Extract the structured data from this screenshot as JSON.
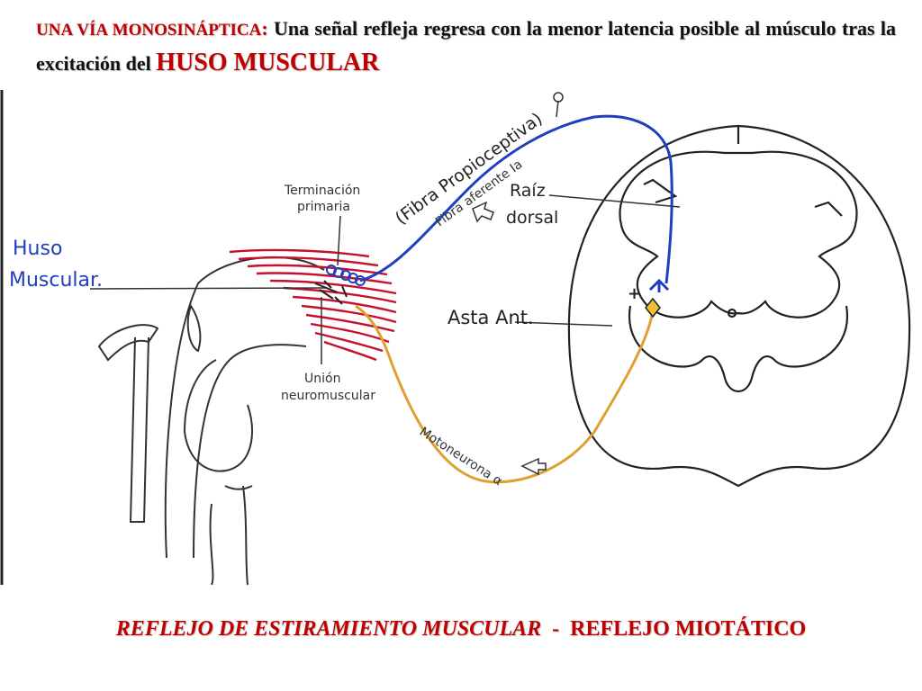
{
  "header": {
    "prefix": "UNA VÍA MONOSINÁPTICA",
    "colon": ":",
    "text": " Una señal refleja regresa con la menor latencia posible al músculo tras la excitación del ",
    "emphasis": "HUSO MUSCULAR"
  },
  "labels": {
    "huso_line1": "Huso",
    "huso_line2": "Muscular.",
    "terminacion_line1": "Terminación",
    "terminacion_line2": "primaria",
    "fibra_proprio": "(Fibra Propioceptiva)",
    "fibra_aferente": "Fibra aferente Ia",
    "raiz_line1": "Raíz",
    "raiz_line2": "dorsal",
    "asta": "Asta Ant.",
    "union_line1": "Unión",
    "union_line2": "neuromuscular",
    "motoneurona": "Motoneurona α",
    "plus": "+"
  },
  "footer": {
    "left": "REFLEJO DE ESTIRAMIENTO MUSCULAR",
    "sep": "  -  ",
    "right": "REFLEJO MIOTÁTICO"
  },
  "colors": {
    "title_red": "#c00000",
    "afferent_blue": "#1f3fbf",
    "efferent_orange": "#e0a030",
    "muscle_red": "#c8102e",
    "ink": "#222222"
  }
}
